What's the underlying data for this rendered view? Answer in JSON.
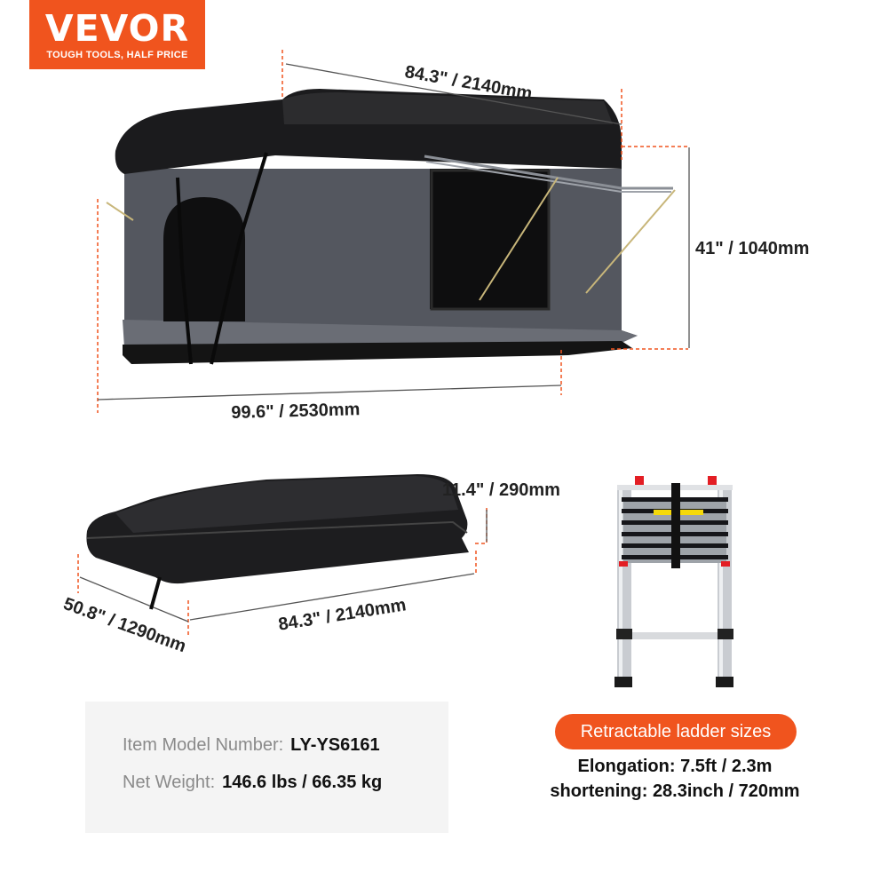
{
  "brand": {
    "name": "VEVOR",
    "tagline": "TOUGH TOOLS, HALF PRICE",
    "color": "#f0541e"
  },
  "dimensions": {
    "top_length": "84.3\" / 2140mm",
    "height": "41\" / 1040mm",
    "width_open": "99.6\" / 2530mm",
    "closed_height": "11.4\" / 290mm",
    "closed_width": "50.8\" / 1290mm",
    "closed_length": "84.3\" / 2140mm"
  },
  "info": {
    "model_label": "Item Model Number:",
    "model_value": "LY-YS6161",
    "weight_label": "Net Weight:",
    "weight_value": "146.6 lbs / 66.35 kg"
  },
  "ladder": {
    "title": "Retractable ladder sizes",
    "elongation": "Elongation: 7.5ft / 2.3m",
    "shortening": "shortening: 28.3inch / 720mm"
  }
}
